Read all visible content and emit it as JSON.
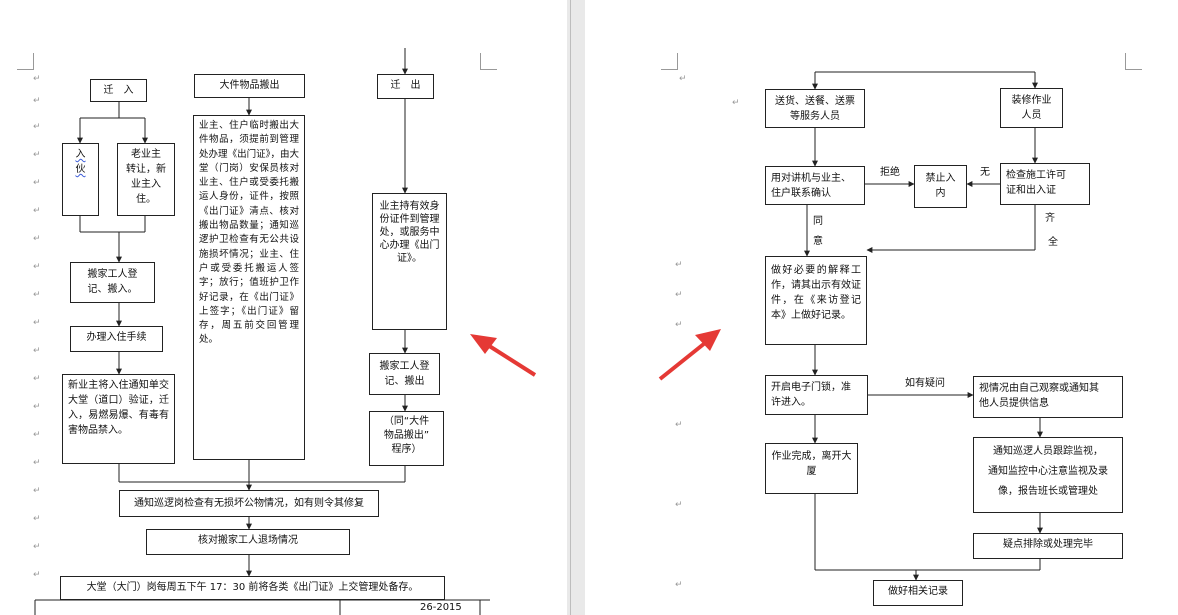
{
  "left_page": {
    "move_in": "迁　入",
    "big_items": "大件物品搬出",
    "move_out": "迁　出",
    "rent_in": "入\n伙",
    "transfer": "老业主\n转让，新\n业主入\n住。",
    "big_items_detail": "业主、住户临时搬出大件物品，须提前到管理处办理《出门证》，由大堂（门岗）安保员核对业主、住户或受委托搬运人身份，证件，按照《出门证》清点、核对搬出物品数量；通知巡逻护卫检查有无公共设施损坏情况；业主、住户或受委托搬运人签字；放行；值班护卫作好记录，在《出门证》上签字；《出门证》留存，周五前交回管理处。",
    "move_out_detail": "业主持有效身份证件到管理处，或服务中心办理《出门证》。",
    "mover_register_in": "搬家工人登\n记、搬入。",
    "move_in_procedure": "办理入住手续",
    "new_owner_notice": "新业主将入住通知单交大堂（道口）验证，迁入，易燃易爆、有毒有害物品禁入。",
    "mover_register_out": "搬家工人登\n记、搬出",
    "same_as_big": "（同“大件\n物品搬出”\n程序）",
    "notify_patrol": "通知巡逻岗检查有无损坏公物情况，如有则令其修复",
    "verify_exit": "核对搬家工人退场情况",
    "lobby_submit": "大堂（大门）岗每周五下午 17：30 前将各类《出门证》上交管理处备存。",
    "footer_code": "26-2015"
  },
  "right_page": {
    "delivery": "送货、送餐、送票\n等服务人员",
    "renovation": "装修作业\n人员",
    "intercom": "用对讲机与业主、\n住户联系确认",
    "reject_label": "拒绝",
    "no_entry": "禁止入\n内",
    "none_label": "无",
    "check_permit": "检查施工许可\n证和出入证",
    "agree_label": "同\n意",
    "complete_label_a": "齐",
    "complete_label_b": "全",
    "explain": "做好必要的解释工作，请其出示有效证件，在《来访登记本》上做好记录。",
    "open_door": "开启电子门锁，准\n许进入。",
    "doubt_label": "如有疑问",
    "observe": "视情况由自己观察或通知其\n他人员提供信息",
    "finish_work": "作业完成，离开大\n厦",
    "notify_monitor": "通知巡逻人员跟踪监视，\n通知监控中心注意监视及录\n像，报告班长或管理处",
    "doubt_clear": "疑点排除或处理完毕",
    "record": "做好相关记录"
  },
  "colors": {
    "arrow_red": "#e53935",
    "wavy_blue": "#3b5bd8"
  }
}
